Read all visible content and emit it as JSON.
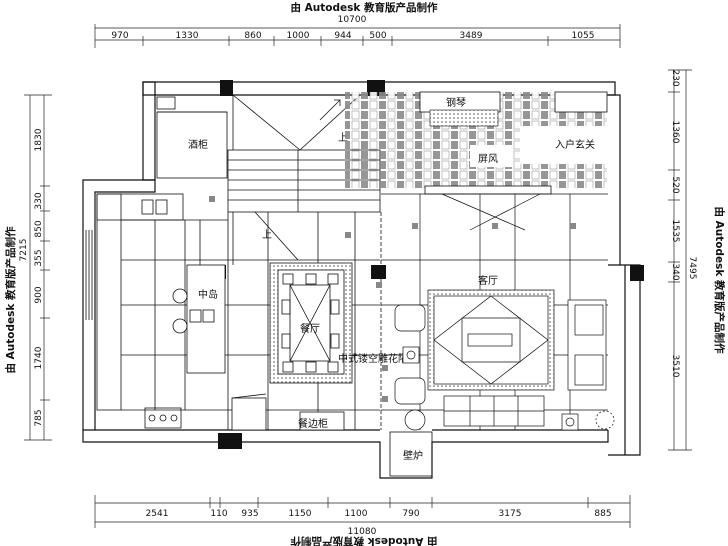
{
  "watermark": "由 Autodesk 教育版产品制作",
  "top_dimensions": {
    "total": "10700",
    "segments": [
      "970",
      "1330",
      "860",
      "1000",
      "944",
      "500",
      "3489",
      "1055"
    ]
  },
  "bottom_dimensions": {
    "total": "11080",
    "segments": [
      "2541",
      "110",
      "935",
      "1150",
      "1100",
      "790",
      "3175",
      "885"
    ]
  },
  "left_dimensions": {
    "total": "7215",
    "segments": [
      "1830",
      "330",
      "850",
      "355",
      "900",
      "1740",
      "785"
    ]
  },
  "right_dimensions": {
    "total": "7495",
    "segments": [
      "230",
      "1360",
      "520",
      "1535",
      "340",
      "3510"
    ]
  },
  "rooms": {
    "piano": "钢琴",
    "wine_cabinet": "酒柜",
    "up_arrow": "上",
    "screen": "屏风",
    "entrance": "入户玄关",
    "stair_up": "上",
    "island": "中岛",
    "dining": "餐厅",
    "living": "客厅",
    "partition": "中式镂空雕花隔断",
    "sideboard": "餐边柜",
    "fireplace": "壁炉"
  }
}
